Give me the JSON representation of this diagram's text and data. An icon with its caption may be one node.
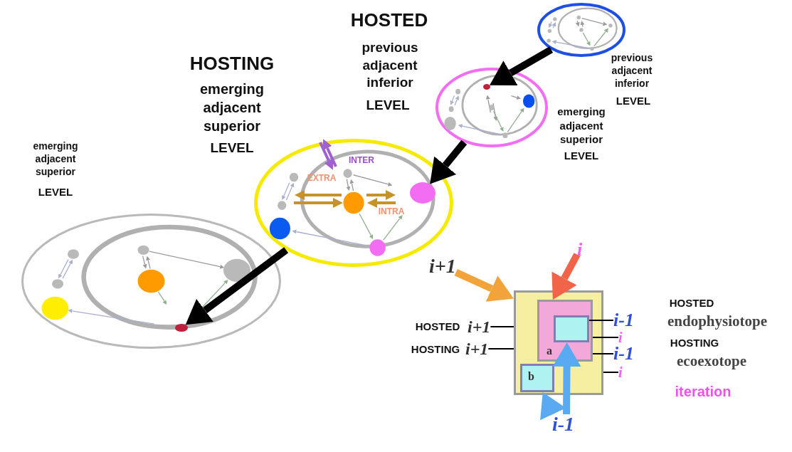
{
  "diagram": {
    "nodes": [
      {
        "text": [],
        "shape": "ellipse"
      },
      {
        "text": [],
        "shape": "ellipse"
      },
      {
        "text": [],
        "shape": "circle",
        "in": 1
      },
      {
        "text": [],
        "shape": "ellipse"
      },
      {
        "text": [],
        "shape": "circle",
        "in": 3
      },
      {
        "text": [],
        "shape": "ellipse"
      },
      {
        "text": [],
        "shape": "circle",
        "in": 5
      },
      {
        "text": [
          "i+1"
        ]
      },
      {
        "text": [
          "i"
        ]
      },
      {
        "text": [],
        "shape": "box"
      },
      {
        "text": [
          "a"
        ],
        "in": 9
      },
      {
        "text": [],
        "shape": "box",
        "in": 10
      },
      {
        "text": [
          "b"
        ],
        "in": 9
      },
      {
        "text": [
          "i+1"
        ]
      },
      {
        "text": [
          "i+1"
        ]
      },
      {
        "text": [
          "i-1"
        ]
      },
      {
        "text": [
          "i"
        ]
      },
      {
        "text": [
          "i-1"
        ]
      },
      {
        "text": [
          "i"
        ]
      },
      {
        "text": [
          "i-1"
        ]
      }
    ],
    "edges": [
      {
        "from": 0,
        "to": 2,
        "arrow": "to"
      },
      {
        "from": 1,
        "to": 4,
        "arrow": "to"
      },
      {
        "from": 3,
        "to": 6,
        "arrow": "to"
      },
      {
        "from": 7,
        "to": 9,
        "arrow": "to",
        "color": "#f2a43a"
      },
      {
        "from": 8,
        "to": 10,
        "arrow": "to",
        "color": "#f2644a"
      },
      {
        "from": 13,
        "to": 9,
        "arrow": "none"
      },
      {
        "from": 14,
        "to": 9,
        "arrow": "none"
      },
      {
        "from": 15,
        "to": 11,
        "arrow": "none"
      },
      {
        "from": 16,
        "to": 10,
        "arrow": "none"
      },
      {
        "from": 17,
        "to": 10,
        "arrow": "none"
      },
      {
        "from": 18,
        "to": 9,
        "arrow": "none"
      },
      {
        "from": 19,
        "to": 12,
        "arrow": "to",
        "color": "#5aaaf2"
      },
      {
        "from": 19,
        "to": 11,
        "arrow": "to",
        "color": "#5aaaf2"
      }
    ],
    "labels": [
      "HOSTED",
      "previous adjacent inferior",
      "LEVEL",
      "HOSTING",
      "emerging adjacent superior",
      "LEVEL",
      "previous adjacent inferior",
      "LEVEL",
      "emerging adjacent superior",
      "LEVEL",
      "emerging adjacent superior",
      "LEVEL",
      "INTER",
      "EXTRA",
      "INTRA",
      "HOSTED",
      "HOSTING",
      "HOSTED",
      "endophysiotope",
      "HOSTING",
      "ecoexotope",
      "iteration"
    ]
  }
}
